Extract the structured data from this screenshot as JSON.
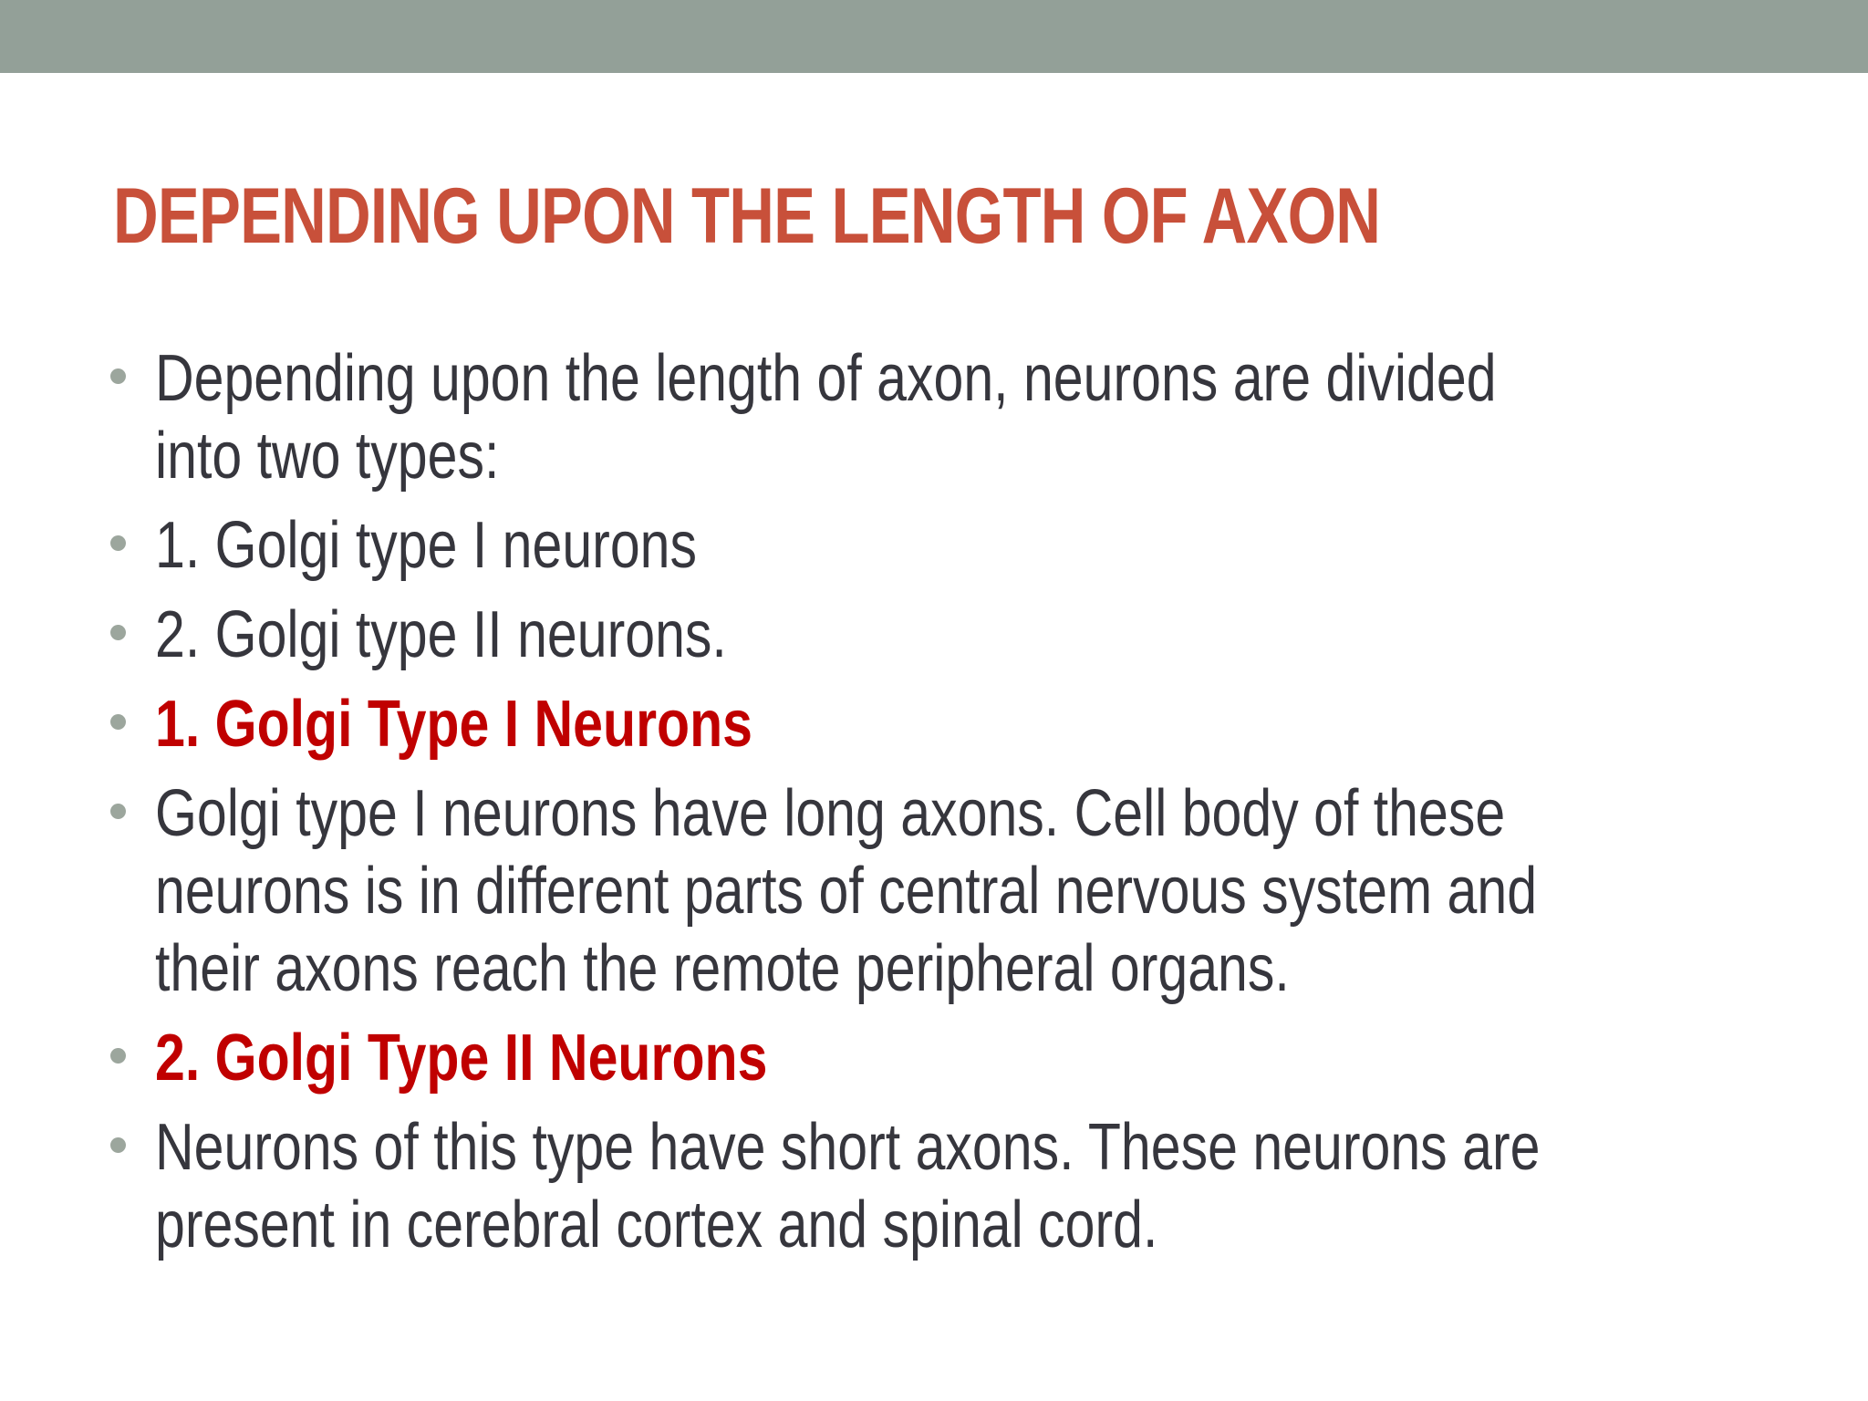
{
  "slide": {
    "title": {
      "text": "DEPENDING UPON THE LENGTH OF AXON"
    },
    "bullets": [
      {
        "style": "body",
        "lines": [
          "Depending upon the length of axon, neurons are divided",
          "into two types:"
        ]
      },
      {
        "style": "body",
        "lines": [
          "1. Golgi type I neurons"
        ]
      },
      {
        "style": "body",
        "lines": [
          "2. Golgi type II neurons."
        ]
      },
      {
        "style": "heading",
        "lines": [
          "1. Golgi Type I Neurons"
        ]
      },
      {
        "style": "body",
        "lines": [
          "Golgi type I neurons have long axons. Cell body of these",
          "neurons is in different parts of central nervous system and",
          "their axons reach the remote peripheral organs."
        ]
      },
      {
        "style": "heading",
        "lines": [
          "2. Golgi Type II Neurons"
        ]
      },
      {
        "style": "body",
        "lines": [
          "Neurons of this type have short axons. These neurons are",
          "present in cerebral cortex and spinal cord."
        ]
      }
    ],
    "colors": {
      "top_bar": "#93A098",
      "title_text": "#C8503A",
      "heading_text": "#C00000",
      "body_text": "#36363D",
      "bullet_dot": "#9CA69D",
      "background": "#FFFFFF"
    }
  }
}
